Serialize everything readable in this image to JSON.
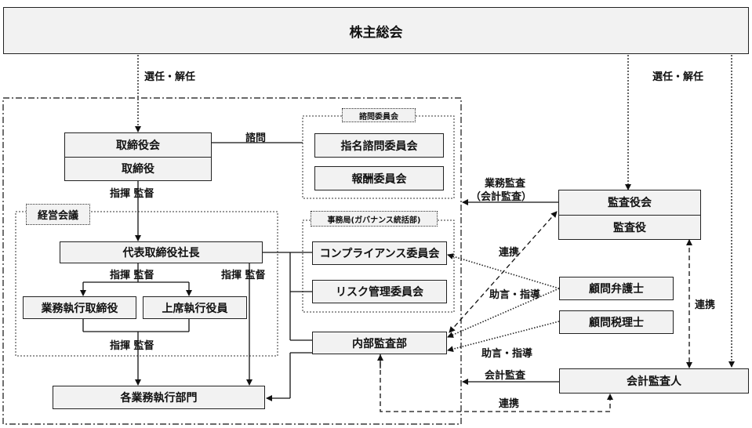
{
  "nodes": {
    "shareholders": "株主総会",
    "board_meeting": "取締役会",
    "directors": "取締役",
    "advisory_group": "諮問委員会",
    "nomination": "指名諮問委員会",
    "remuneration": "報酬委員会",
    "management_meeting": "経営会議",
    "president": "代表取締役社長",
    "exec_director": "業務執行取締役",
    "senior_officer": "上席執行役員",
    "departments": "各業務執行部門",
    "secretariat": "事務局(ガバナンス統括部)",
    "compliance": "コンプライアンス委員会",
    "risk": "リスク管理委員会",
    "internal_audit": "内部監査部",
    "audit_board": "監査役会",
    "auditors": "監査役",
    "legal_advisor": "顧問弁護士",
    "tax_advisor": "顧問税理士",
    "accounting_auditor": "会計監査人"
  },
  "labels": {
    "elect_dismiss_left": "選任・解任",
    "elect_dismiss_right": "選任・解任",
    "consult": "諮問",
    "direct_supervise_1": "指揮 監督",
    "direct_supervise_2": "指揮 監督",
    "direct_supervise_3": "指揮 監督",
    "direct_supervise_4": "指揮 監督",
    "business_audit": "業務監査",
    "accounting_audit_paren": "（会計監査）",
    "cooperation_1": "連携",
    "cooperation_2": "連携",
    "cooperation_3": "連携",
    "advice_1": "助言・指導",
    "advice_2": "助言・指導",
    "accounting_audit": "会計監査"
  }
}
